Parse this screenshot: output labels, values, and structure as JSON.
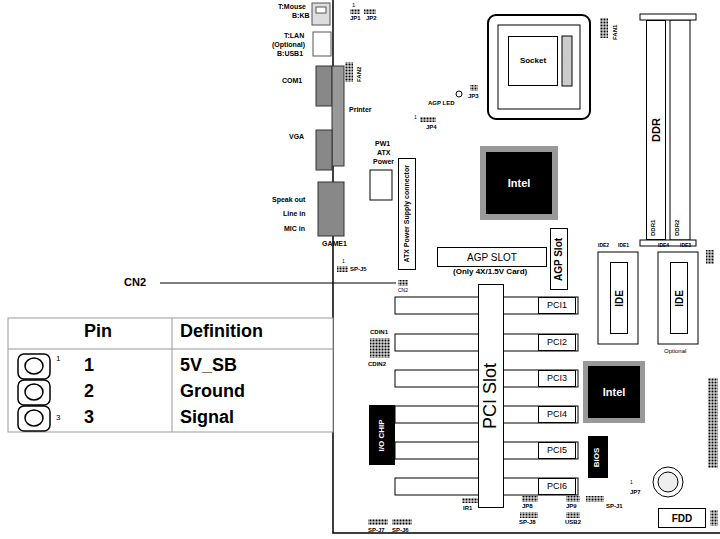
{
  "diagram": {
    "nodes": [
      {
        "text": [
          "Socket"
        ]
      },
      {
        "text": [
          "Intel"
        ]
      },
      {
        "text": [
          "DDR"
        ]
      },
      {
        "text": [
          "AGP SLOT"
        ]
      },
      {
        "text": [
          "AGP Slot"
        ]
      },
      {
        "text": [
          "PCI1"
        ]
      },
      {
        "text": [
          "PCI2"
        ]
      },
      {
        "text": [
          "PCI3"
        ]
      },
      {
        "text": [
          "PCI4"
        ]
      },
      {
        "text": [
          "PCI5"
        ]
      },
      {
        "text": [
          "PCI6"
        ]
      },
      {
        "text": [
          "PCI Slot"
        ]
      },
      {
        "text": [
          "Intel"
        ]
      },
      {
        "text": [
          "I/O CHIP"
        ]
      },
      {
        "text": [
          "BIOS"
        ]
      },
      {
        "text": [
          "IDE"
        ]
      },
      {
        "text": [
          "IDE"
        ]
      },
      {
        "text": [
          "FDD"
        ]
      },
      {
        "text": [
          "ATX Power Supply connector"
        ]
      }
    ],
    "labels": [
      "T:Mouse",
      "B:KB",
      "1",
      "JP1",
      "JP2",
      "FAN1",
      "T:LAN",
      "(Optional)",
      "B:USB1",
      "COM1",
      "FAN2",
      "Printer",
      "VGA",
      "PW1",
      "ATX",
      "Power",
      "AGP LED",
      "JP3",
      "1",
      "JP4",
      "Speak out",
      "Line in",
      "MIC in",
      "GAME1",
      "1",
      "SP-J5",
      "(Only 4X/1.5V Card)",
      "CN2",
      "CN2",
      "CDIN1",
      "CDIN2",
      "DDR1",
      "DDR2",
      "IDE2",
      "IDE1",
      "IDE4",
      "IDE3",
      "Optional",
      "IR1",
      "JP8",
      "SP-J8",
      "JP9",
      "USB2",
      "SP-J1",
      "1",
      "JP7",
      "SP-J7",
      "SP-J6",
      "Pin",
      "Definition",
      "1",
      "5V_SB",
      "2",
      "Ground",
      "3",
      "Signal",
      "1",
      "3"
    ]
  }
}
